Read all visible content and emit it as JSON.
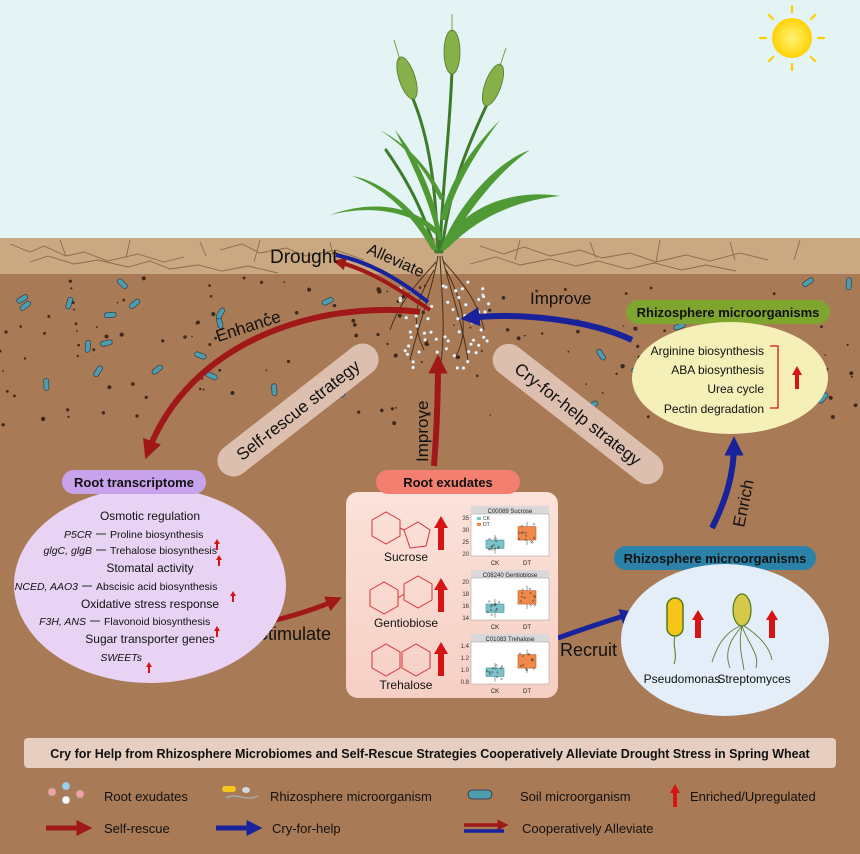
{
  "colors": {
    "sky": "#e4f4f4",
    "soil": "#a97a56",
    "crust": "#c9a882",
    "self_rescue": "#a01818",
    "cry_for_help": "#18229a",
    "up_arrow": "#d61414"
  },
  "flow": {
    "drought": "Drought",
    "alleviate": "Alleviate",
    "enhance": "Enhance",
    "improve_left": "Improve",
    "improve_right": "Improve",
    "stimulate": "Stimulate",
    "recruit": "Recruit",
    "enrich": "Enrich"
  },
  "strategies": {
    "self_rescue": "Self-rescue strategy",
    "cry_for_help": "Cry-for-help strategy"
  },
  "root_transcriptome": {
    "title": "Root transcriptome",
    "osmotic": "Osmotic regulation",
    "p5cr_gene": "P5CR",
    "p5cr_proc": "Proline biosynthesis",
    "glg_gene": "glgC, glgB",
    "glg_proc": "Trehalose biosynthesis",
    "stomatal": "Stomatal activity",
    "nced_gene": "NCED, AAO3",
    "nced_proc": "Abscisic acid biosynthesis",
    "oxidative": "Oxidative stress response",
    "f3h_gene": "F3H, ANS",
    "f3h_proc": "Flavonoid biosynthesis",
    "sugar": "Sugar transporter genes",
    "sweets": "SWEETs"
  },
  "root_exudates": {
    "title": "Root exudates",
    "compounds": [
      "Sucrose",
      "Gentiobiose",
      "Trehalose"
    ],
    "plots": [
      {
        "title": "C00089 Sucrose",
        "ticks": [
          "35",
          "30",
          "25",
          "20"
        ],
        "legend": [
          "CK",
          "DT"
        ]
      },
      {
        "title": "C08240 Gentiobiose",
        "ticks": [
          "20",
          "18",
          "16",
          "14"
        ]
      },
      {
        "title": "C01083 Trehalose",
        "ticks": [
          "1.4",
          "1.2",
          "1.0",
          "0.8"
        ]
      }
    ],
    "groups": [
      "CK",
      "DT"
    ]
  },
  "rhizo_top": {
    "title": "Rhizosphere microorganisms",
    "items": [
      "Arginine biosynthesis",
      "ABA biosynthesis",
      "Urea cycle",
      "Pectin degradation"
    ]
  },
  "rhizo_bottom": {
    "title": "Rhizosphere microorganisms",
    "taxa": [
      "Pseudomonas",
      "Streptomyces"
    ]
  },
  "banner": "Cry for Help from Rhizosphere Microbiomes and Self-Rescue Strategies Cooperatively Alleviate Drought Stress in Spring Wheat",
  "legend": {
    "root_exudates": "Root exudates",
    "rhizo": "Rhizosphere microorganism",
    "soil": "Soil microorganism",
    "enriched": "Enriched/Upregulated",
    "self_rescue": "Self-rescue",
    "cry_for_help": "Cry-for-help",
    "coop": "Cooperatively Alleviate"
  }
}
